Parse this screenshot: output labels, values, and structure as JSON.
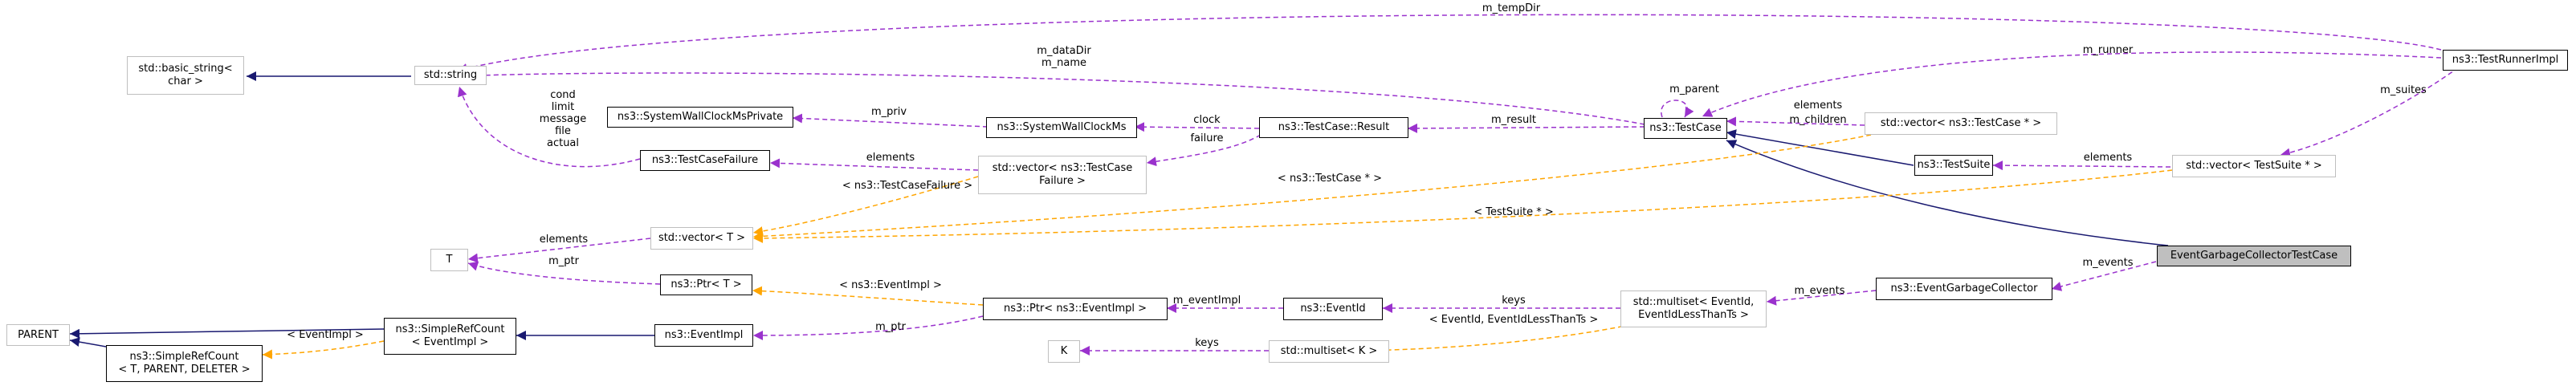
{
  "nodes": {
    "std_string": "std::string",
    "basic_string": "std::basic_string<\nchar >",
    "test_runner_impl": "ns3::TestRunnerImpl",
    "test_case": "ns3::TestCase",
    "vector_testcase_ptr": "std::vector< ns3::TestCase * >",
    "system_wall_clock_private": "ns3::SystemWallClockMsPrivate",
    "system_wall_clock": "ns3::SystemWallClockMs",
    "test_case_result": "ns3::TestCase::Result",
    "test_case_failure": "ns3::TestCaseFailure",
    "vector_testcasefailure": "std::vector< ns3::TestCase\nFailure >",
    "test_suite": "ns3::TestSuite",
    "vector_testsuite_ptr": "std::vector< TestSuite * >",
    "T": "T",
    "vector_T": "std::vector< T >",
    "ptr_T": "ns3::Ptr< T >",
    "event_gc_testcase": "EventGarbageCollectorTestCase",
    "event_gc": "ns3::EventGarbageCollector",
    "parent": "PARENT",
    "simple_ref_count_eventimpl": "ns3::SimpleRefCount\n< EventImpl >",
    "simple_ref_count_generic": "ns3::SimpleRefCount\n< T, PARENT, DELETER >",
    "ptr_eventimpl": "ns3::Ptr< ns3::EventImpl >",
    "event_id": "ns3::EventId",
    "multiset_eventid": "std::multiset< EventId,\nEventIdLessThanTs >",
    "K": "K",
    "multiset_K": "std::multiset< K >",
    "event_impl": "ns3::EventImpl"
  },
  "labels": {
    "m_tempDir": "m_tempDir",
    "m_dataDir_m_name": "m_dataDir\nm_name",
    "m_runner": "m_runner",
    "m_parent": "m_parent",
    "elements_tc": "elements",
    "m_children": "m_children",
    "m_suites": "m_suites",
    "cond_group": "cond\nlimit\nmessage\nfile\nactual",
    "m_priv": "m_priv",
    "clock": "clock",
    "failure": "failure",
    "m_result": "m_result",
    "elements_failure": "elements",
    "tmpl_testcase_ptr": "< ns3::TestCase * >",
    "tmpl_testcasefailure": "< ns3::TestCaseFailure >",
    "elements_suite": "elements",
    "tmpl_testsuite_ptr": "< TestSuite * >",
    "elements_T": "elements",
    "m_ptr_T": "m_ptr",
    "tmpl_eventimpl": "< ns3::EventImpl >",
    "m_events": "m_events",
    "tmpl_eventimpl_ref": "< EventImpl >",
    "m_eventImpl": "m_eventImpl",
    "keys_eventid": "keys",
    "m_ptr_eventimpl": "m_ptr",
    "tmpl_eventid_less": "< EventId, EventIdLessThanTs >",
    "keys_K": "keys"
  },
  "colors": {
    "inheritance": "#191970",
    "usage": "#9a32cd",
    "template": "#ffa500",
    "highlight_fill": "#bfbfbf",
    "node_border_gray": "#bfbfbf"
  }
}
